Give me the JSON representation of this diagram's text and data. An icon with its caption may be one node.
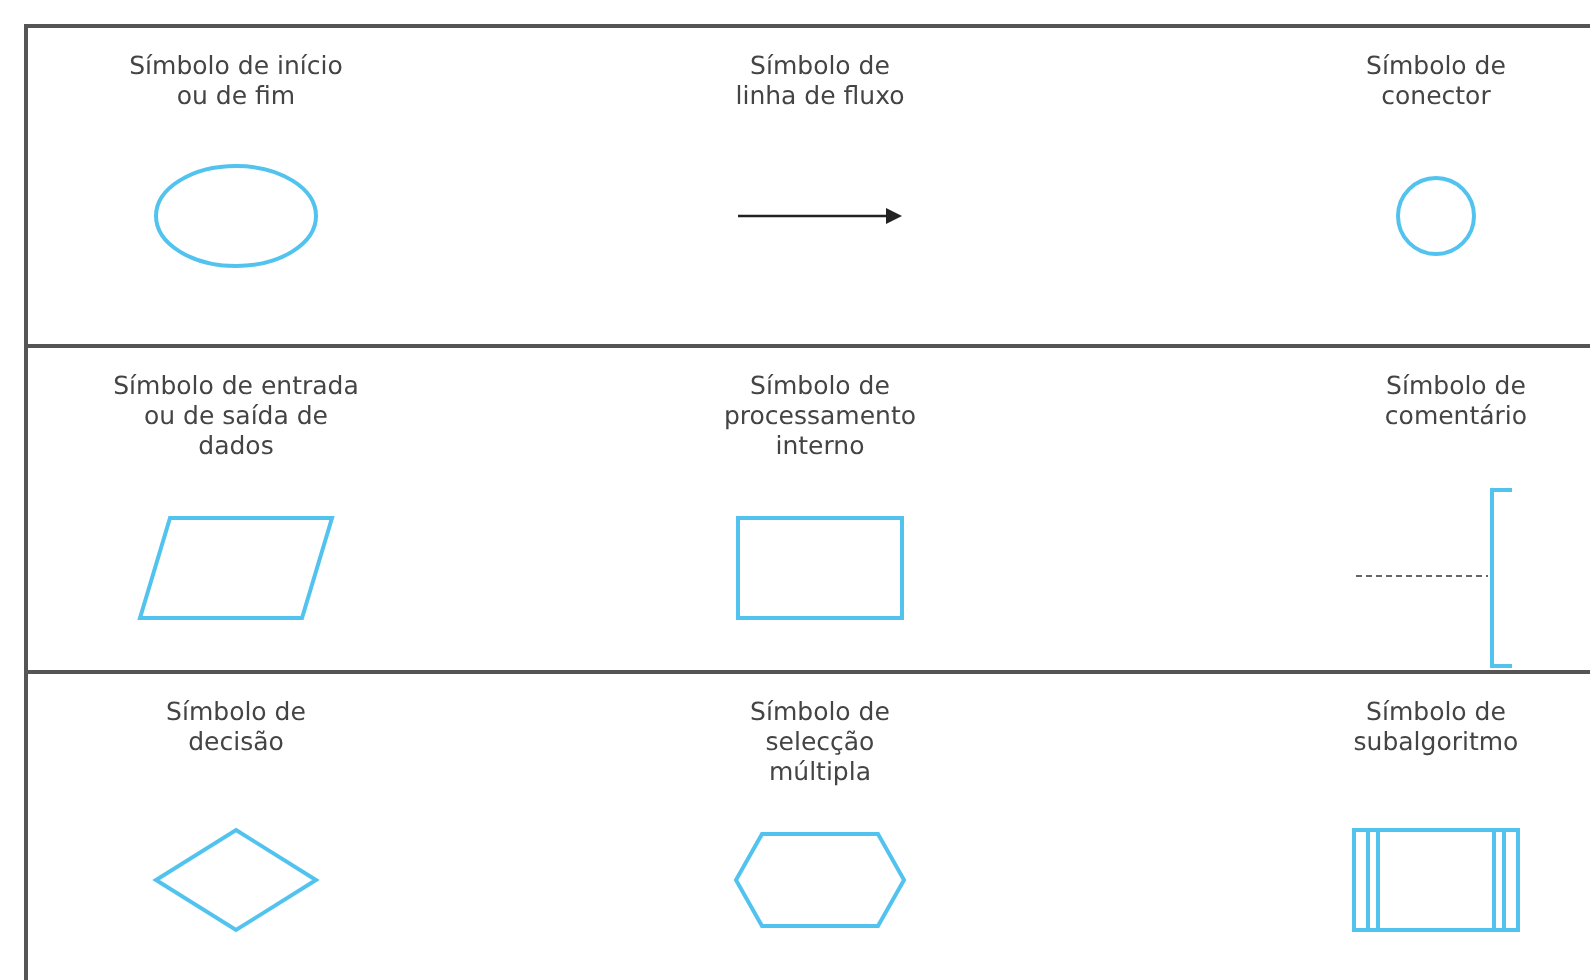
{
  "diagram": {
    "labels": [
      "Símbolo de início ou de fim",
      "Símbolo de linha de fluxo",
      "Símbolo de conector",
      "Símbolo de entrada ou de saída de dados",
      "Símbolo de processamento interno",
      "Símbolo de comentário",
      "Símbolo de decisão",
      "Símbolo de selecção múltipla",
      "Símbolo de subalgoritmo"
    ]
  }
}
